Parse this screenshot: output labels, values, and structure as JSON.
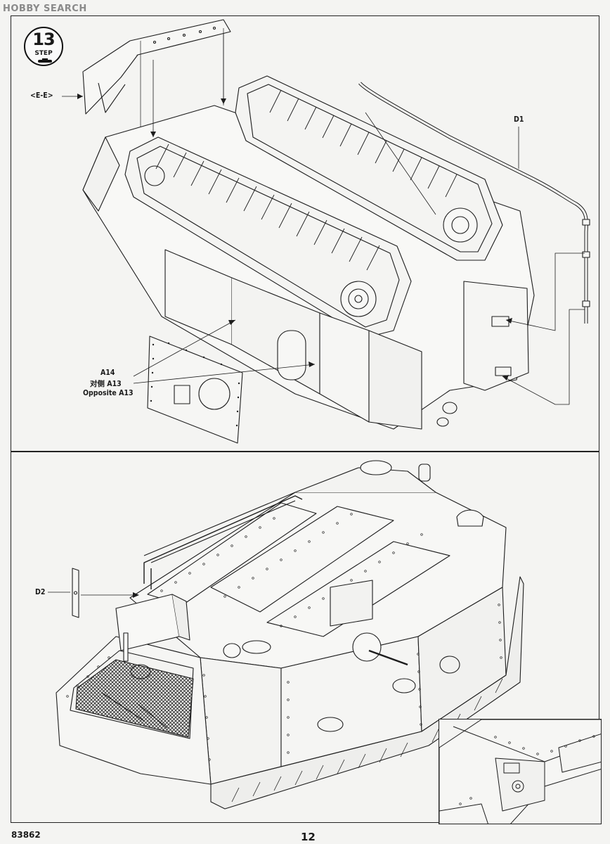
{
  "watermark": "HOBBY SEARCH",
  "step": {
    "number": "13",
    "label": "STEP"
  },
  "labels": {
    "sub_assembly": "<E-E>",
    "part_d1": "D1",
    "part_a14": "A14",
    "opposite_cn": "对侧 A13",
    "opposite_en": "Opposite A13",
    "part_d2": "D2"
  },
  "footer": {
    "kit_number": "83862",
    "page_number": "12"
  },
  "icons": {
    "step": "step-badge-icon",
    "tank": "tank-icon"
  }
}
